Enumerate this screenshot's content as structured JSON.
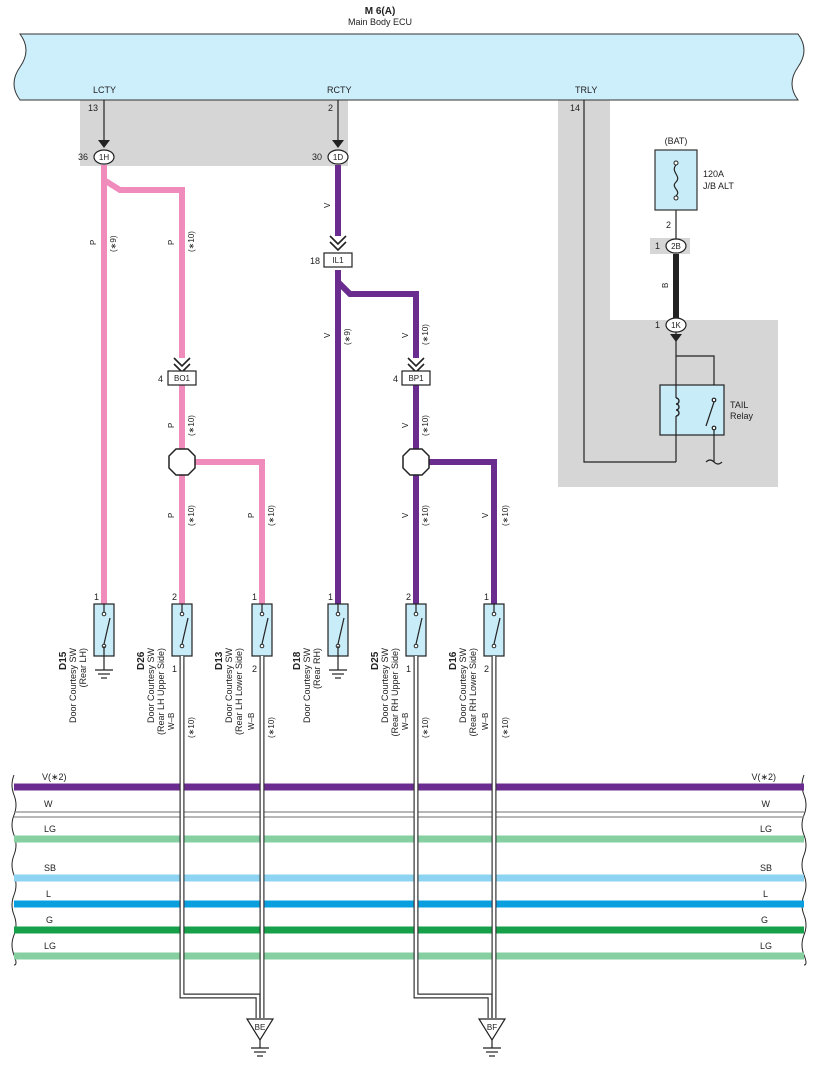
{
  "ecu": {
    "code": "M 6(A)",
    "name": "Main Body ECU"
  },
  "terminals": {
    "lcty": {
      "name": "LCTY",
      "pin": "13"
    },
    "rcty": {
      "name": "RCTY",
      "pin": "2"
    },
    "trly": {
      "name": "TRLY",
      "pin": "14"
    }
  },
  "connectors": {
    "c1h": {
      "id": "1H",
      "pin": "36"
    },
    "c1d": {
      "id": "1D",
      "pin": "30"
    },
    "il1": {
      "id": "IL1",
      "pin": "18"
    },
    "bo1": {
      "id": "BO1",
      "pin": "4"
    },
    "bp1": {
      "id": "BP1",
      "pin": "4"
    },
    "c2b": {
      "id": "2B",
      "pin": "1"
    },
    "c1k": {
      "id": "1K",
      "pin": "1"
    }
  },
  "fuse": {
    "group": "(BAT)",
    "line1": "120A",
    "line2": "J/B ALT",
    "pin": "2"
  },
  "relay": {
    "line1": "TAIL",
    "line2": "Relay"
  },
  "wire_labels": {
    "p": "P",
    "v": "V",
    "b": "B",
    "wb": "W–B",
    "n9": "(∗9)",
    "n10": "(∗10)"
  },
  "switches": [
    {
      "code": "D15",
      "line1": "Door Courtesy SW",
      "line2": "(Rear LH)",
      "pin_top": "1",
      "pin_bottom": ""
    },
    {
      "code": "D26",
      "line1": "Door Courtesy SW",
      "line2": "(Rear LH Upper Side)",
      "pin_top": "2",
      "pin_bottom": "1"
    },
    {
      "code": "D13",
      "line1": "Door Courtesy SW",
      "line2": "(Rear LH Lower Side)",
      "pin_top": "1",
      "pin_bottom": "2"
    },
    {
      "code": "D18",
      "line1": "Door Courtesy SW",
      "line2": "(Rear RH)",
      "pin_top": "1",
      "pin_bottom": ""
    },
    {
      "code": "D25",
      "line1": "Door Courtesy SW",
      "line2": "(Rear RH Upper Side)",
      "pin_top": "2",
      "pin_bottom": "1"
    },
    {
      "code": "D16",
      "line1": "Door Courtesy SW",
      "line2": "(Rear RH Lower Side)",
      "pin_top": "1",
      "pin_bottom": "2"
    }
  ],
  "grounds": {
    "be": "BE",
    "bf": "BF"
  },
  "buses": [
    {
      "label": "V(∗2)",
      "color": "#6a2d8f"
    },
    {
      "label": "W",
      "color": "#8c8c8c"
    },
    {
      "label": "LG",
      "color": "#86cfa0"
    },
    {
      "label": "SB",
      "color": "#8dd3f2"
    },
    {
      "label": "L",
      "color": "#0aa0e0"
    },
    {
      "label": "G",
      "color": "#17a04a"
    },
    {
      "label": "LG",
      "color": "#86cfa0"
    }
  ],
  "colors": {
    "pink": "#f08cbc",
    "violet": "#6a2d8f",
    "ecu_fill": "#cdeefb",
    "shade": "#d6d6d6",
    "switch_fill": "#c8ecf8"
  }
}
